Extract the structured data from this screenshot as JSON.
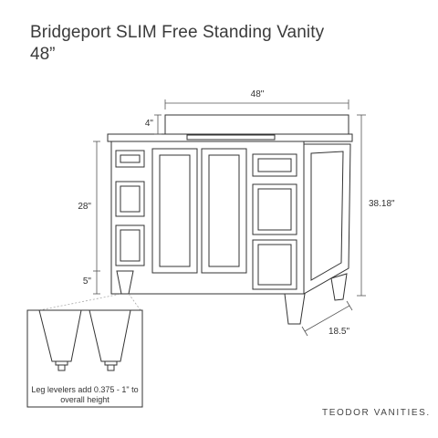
{
  "title": "Bridgeport SLIM Free Standing Vanity",
  "subtitle": "48”",
  "dimensions": {
    "width": "48\"",
    "backsplash": "4\"",
    "cabinet_height": "28\"",
    "leg_height": "5\"",
    "total_height": "38.18\"",
    "depth": "18.5\""
  },
  "detail_note": {
    "line1": "Leg levelers add 0.375 - 1\" to",
    "line2": "overall height"
  },
  "brand": "TEODOR VANITIES."
}
